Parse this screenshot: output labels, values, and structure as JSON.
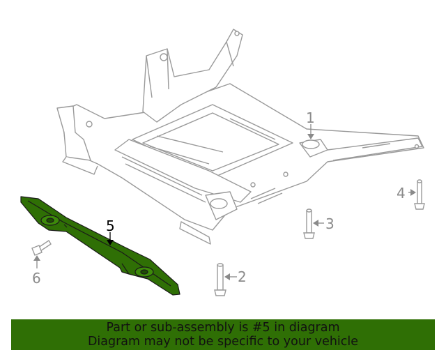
{
  "diagram": {
    "callouts": [
      {
        "number": "1",
        "highlighted": false
      },
      {
        "number": "2",
        "highlighted": false
      },
      {
        "number": "3",
        "highlighted": false
      },
      {
        "number": "4",
        "highlighted": false
      },
      {
        "number": "5",
        "highlighted": true
      },
      {
        "number": "6",
        "highlighted": false
      }
    ],
    "part_color": "#2f6f05",
    "line_color": "#9a9a9a"
  },
  "banner": {
    "line1": "Part or sub-assembly is #5 in diagram",
    "line2": "Diagram may not be specific to your vehicle",
    "background": "#2f6f05"
  }
}
